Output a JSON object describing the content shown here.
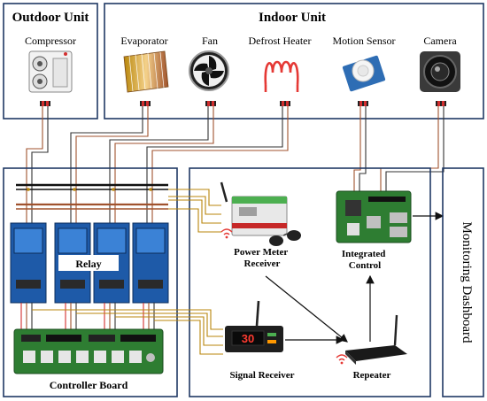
{
  "outdoor_unit": {
    "title": "Outdoor Unit",
    "components": [
      "Compressor"
    ]
  },
  "indoor_unit": {
    "title": "Indoor Unit",
    "components": [
      "Evaporator",
      "Fan",
      "Defrost Heater",
      "Motion Sensor",
      "Camera"
    ]
  },
  "control_section": {
    "relay_label": "Relay",
    "controller_label": "Controller Board"
  },
  "network_section": {
    "power_meter_label": "Power Meter\nReceiver",
    "integrated_control_label": "Integrated\nControl",
    "signal_receiver_label": "Signal Receiver",
    "repeater_label": "Repeater",
    "signal_display": "30"
  },
  "dashboard": {
    "label": "Monitoring Dashboard"
  },
  "colors": {
    "box_border": "#1f3864",
    "wire_brown": "#a0522d",
    "wire_dark": "#333333",
    "bus_black": "#111111",
    "relay_blue": "#1e5aa8",
    "pcb_green": "#2e7d32",
    "connector_red": "#d32f2f",
    "wifi_red": "#e53935"
  }
}
